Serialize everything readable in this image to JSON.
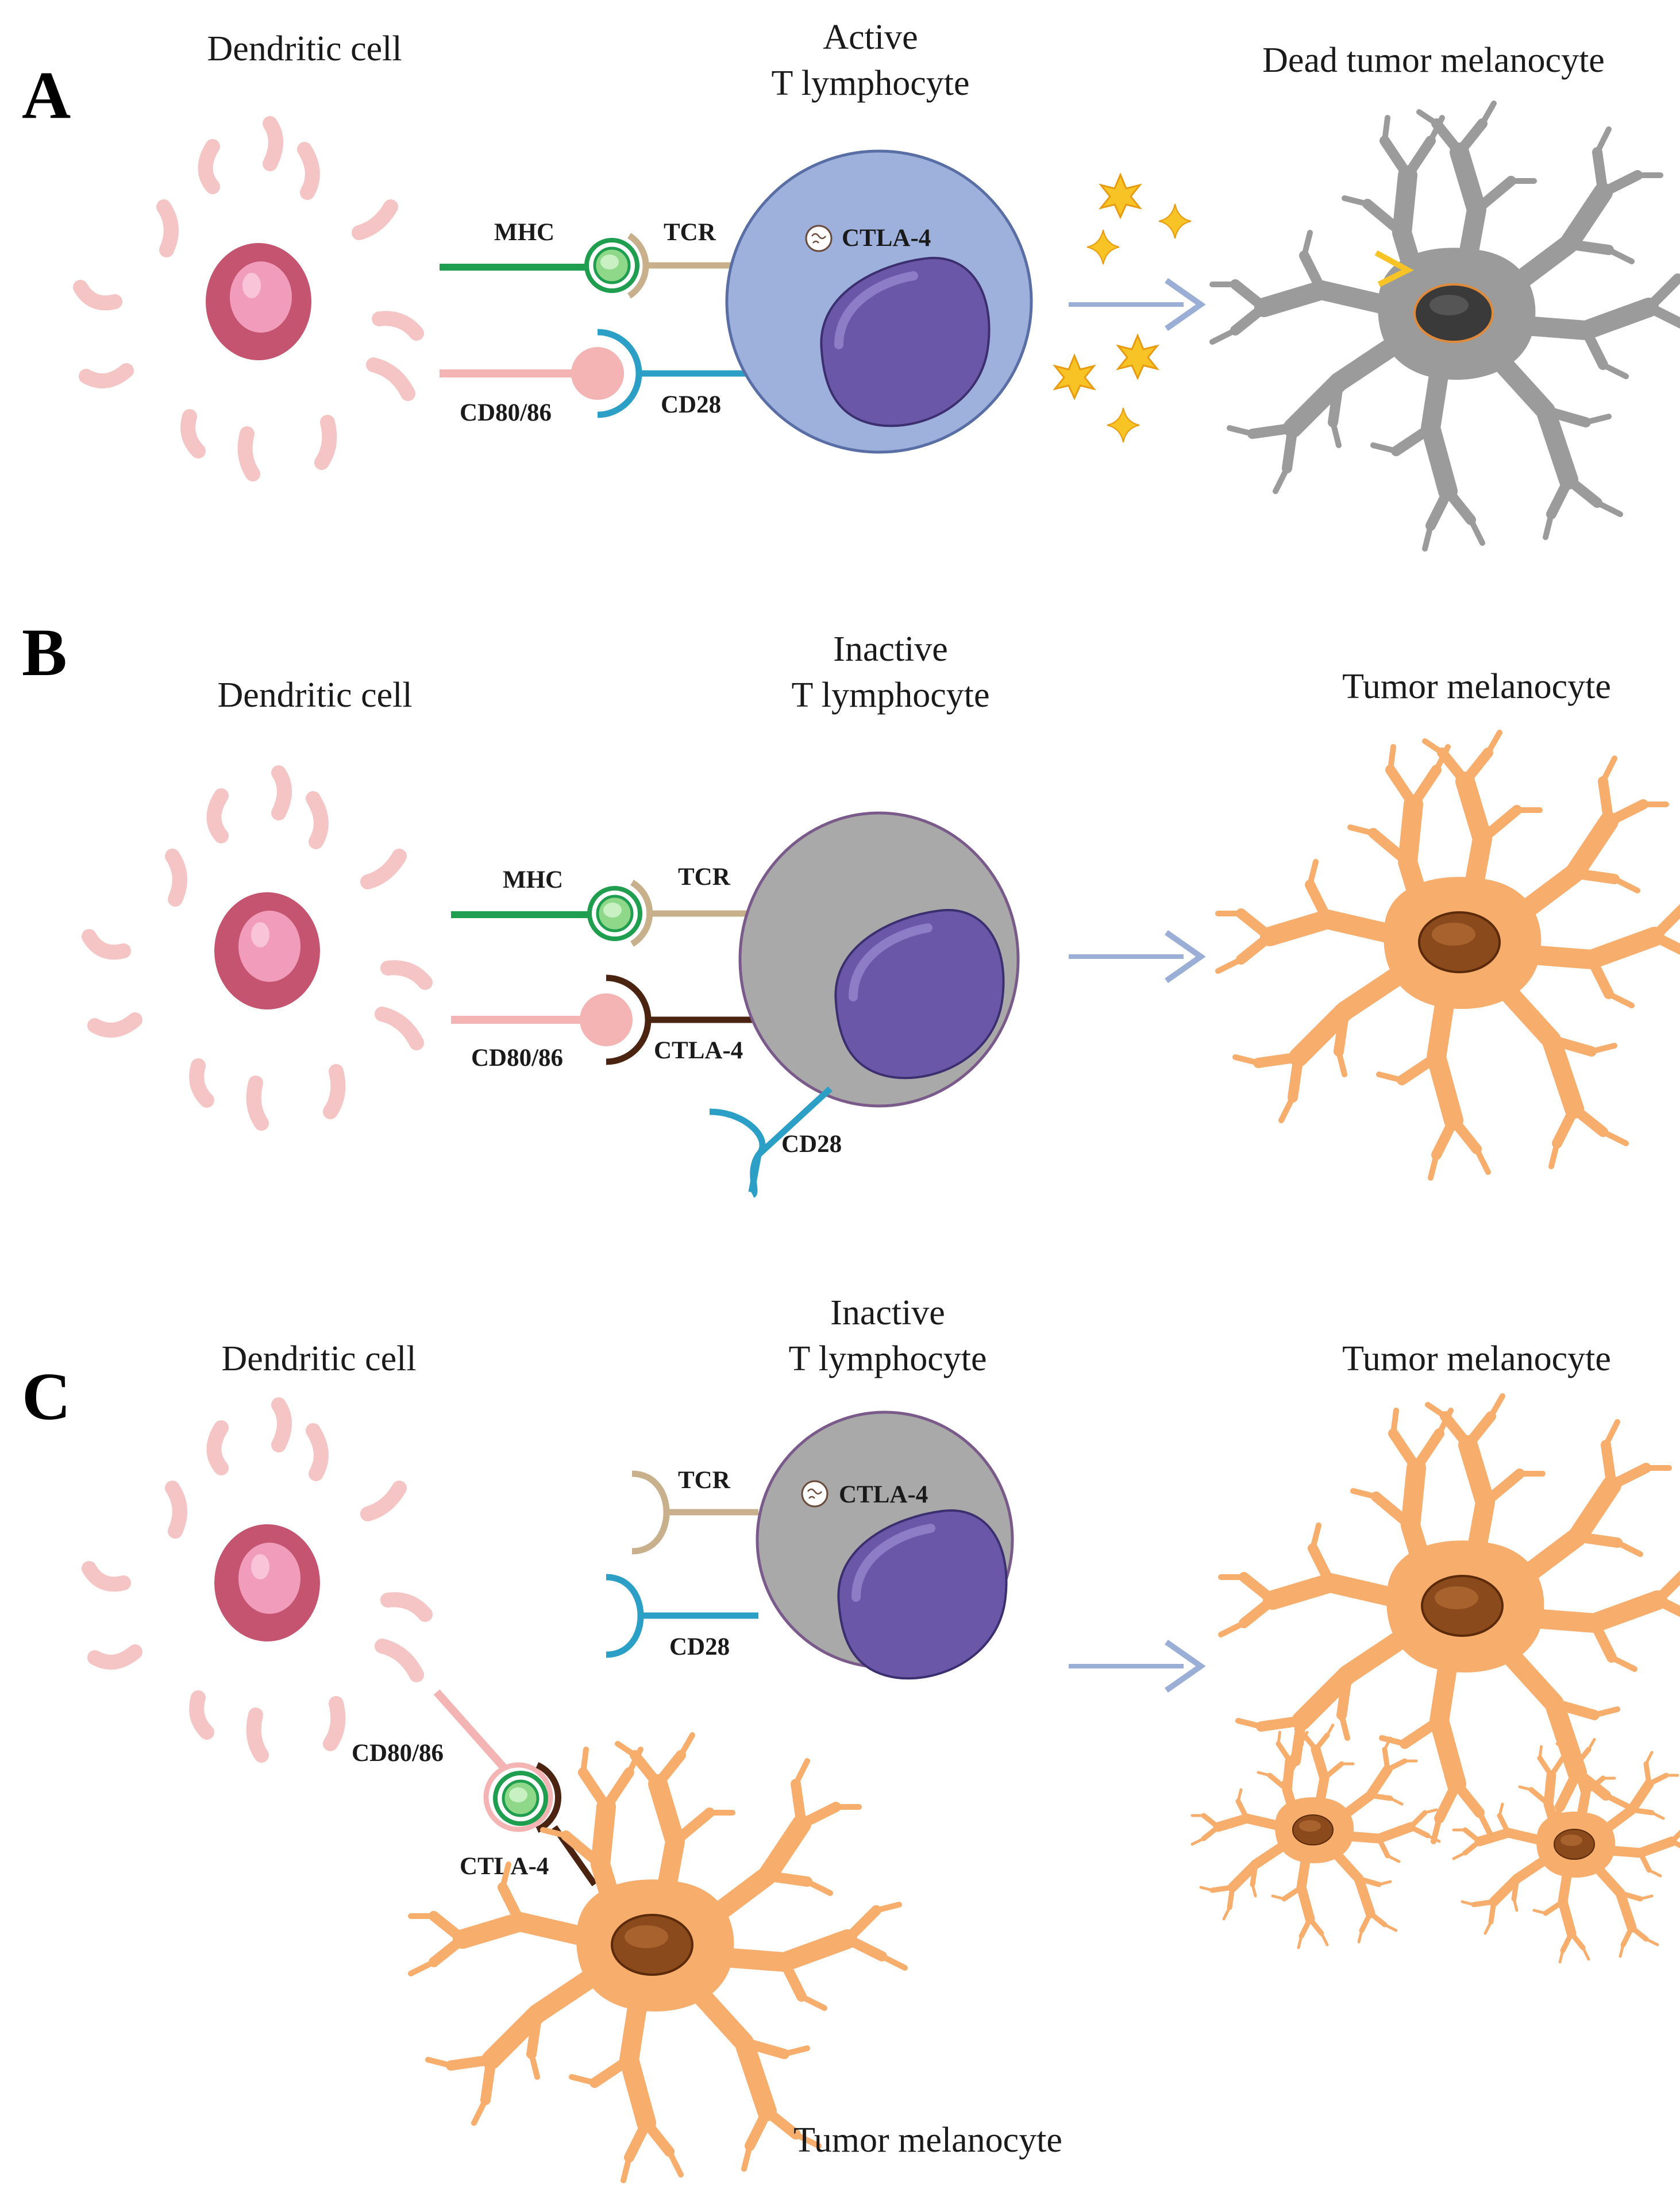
{
  "panels": {
    "a": {
      "letter": "A",
      "dendritic_title": "Dendritic cell",
      "tcell_title_1": "Active",
      "tcell_title_2": "T lymphocyte",
      "target_title": "Dead tumor melanocyte",
      "mhc": "MHC",
      "tcr": "TCR",
      "cd80": "CD80/86",
      "cd28": "CD28",
      "ctla4": "CTLA-4"
    },
    "b": {
      "letter": "B",
      "dendritic_title": "Dendritic cell",
      "tcell_title_1": "Inactive",
      "tcell_title_2": "T lymphocyte",
      "target_title": "Tumor melanocyte",
      "mhc": "MHC",
      "tcr": "TCR",
      "cd80": "CD80/86",
      "ctla4": "CTLA-4",
      "cd28": "CD28"
    },
    "c": {
      "letter": "C",
      "dendritic_title": "Dendritic cell",
      "tcell_title_1": "Inactive",
      "tcell_title_2": "T lymphocyte",
      "target_title": "Tumor melanocyte",
      "tcr": "TCR",
      "cd28": "CD28",
      "ctla4_inside": "CTLA-4",
      "cd80": "CD80/86",
      "ctla4": "CTLA-4",
      "bottom_title": "Tumor melanocyte"
    }
  },
  "colors": {
    "dendritic_body": "#c4546f",
    "dendritic_nucleus": "#f29cbc",
    "dendrite_pink": "#f5c4c4",
    "mhc_green": "#1e9e4e",
    "tcr_tan": "#c8b08c",
    "cd28_blue": "#2b9fc5",
    "ctla4_brown": "#4a2410",
    "active_tcell": "#9eb1dc",
    "inactive_tcell": "#a9a9a9",
    "nucleus_purple": "#6a57a8",
    "melanocyte_orange": "#f7ad6c",
    "dead_melanocyte_gray": "#9b9b9b",
    "arrow": "#9aaed6",
    "burst_yellow": "#f7c325"
  },
  "icons": [
    "dendritic-cell-icon",
    "t-lymphocyte-icon",
    "melanocyte-icon",
    "dead-melanocyte-icon",
    "vesicle-icon",
    "burst-icon",
    "arrow-icon"
  ]
}
